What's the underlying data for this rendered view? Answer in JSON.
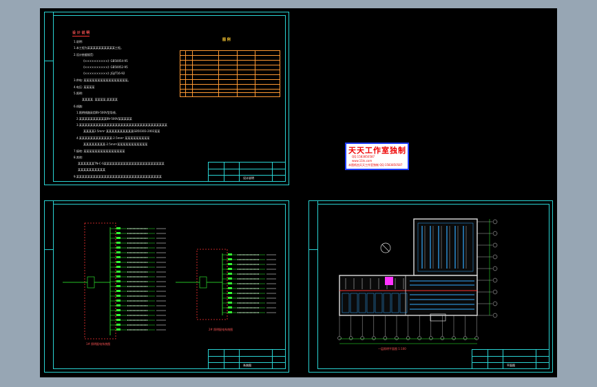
{
  "sheet1": {
    "heading": "设 计 说 明",
    "legend_heading": "图 例",
    "notes": [
      "1.说明:",
      "1.本工程为某某某某某某某某某某工程。",
      "2.设计依据规范:",
      "《××××××××××》GB50054-95",
      "《××××××××××》GB50052-95",
      "《××××××××××》JGJ/T16-92",
      "3.供电:  某某某某某某某某某某某某某某某某。",
      "4.电压:  某某某某",
      "5.照明:",
      "某某某某. 某某某某,某某某某",
      "6.线路:",
      "1.照明线路采用BV-500V型导线,",
      "2.某某某某某某某某某某BV-500V某某某某某",
      "3.某某某某某某某某某某某某某某某某某某某某某某某某某某某某某某某某",
      "某某某某2.5mm² 某某某某某某某某某某GB50303-2002某某",
      "4.某某某某某某某某某某某某-2.5mm² 某某某某某某某某某",
      "某某某某某某某某-2.5mm²某某某某某某某某某某某",
      "7.接地:  某某某某某某某某某某某某某某某",
      "8.其他:",
      "某某某某某某TN-C-S某某某某某某某某某某某某某某某某某某某某某某",
      "某某某某某某某某某某",
      "9.某某某某某某某某某某某某某某某某某某某某某某某某某某某某某某某"
    ],
    "title_block_name": "设计说明"
  },
  "sheet2": {
    "caption1": "1# 照明配电系统图",
    "caption2": "2# 照明配电系统图",
    "title_block_name": "系统图"
  },
  "sheet3": {
    "caption": "一层照明平面图  1:100",
    "title_block_name": "平面图"
  },
  "stamp": {
    "line1": "天天工作室独制",
    "line2": "QQ:1583850587",
    "line3": "www.11ts.com",
    "line4": "本图纸由天天工作室独制 QQ:1583850587"
  },
  "colors": {
    "background": "#000000",
    "frame": "#2ad4d4",
    "app_gray": "#97a6b4",
    "wiring_green": "#33ff33",
    "red_dashed": "#ff3333",
    "legend_orange": "#ff9933"
  }
}
